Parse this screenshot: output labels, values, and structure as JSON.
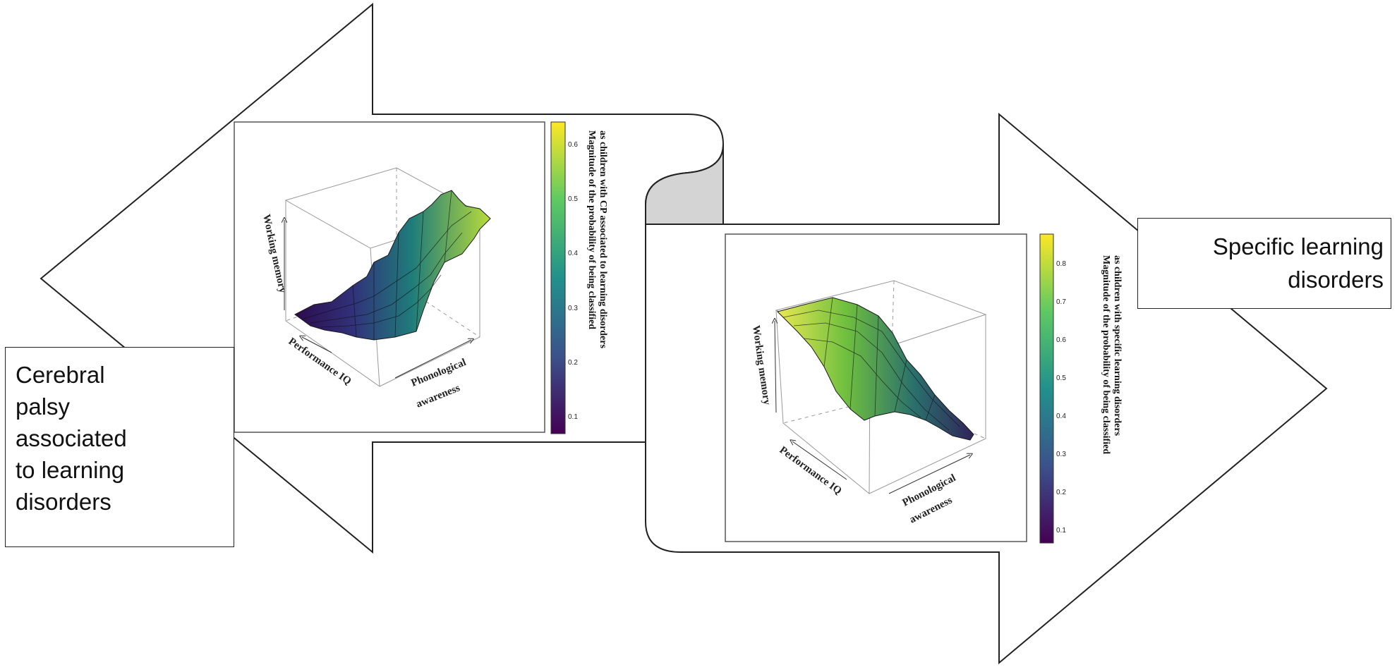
{
  "left_category": {
    "lines": [
      "Cerebral",
      "palsy",
      "associated",
      "to learning",
      "disorders"
    ]
  },
  "right_category": {
    "lines": [
      "Specific learning",
      "disorders"
    ]
  },
  "plot_left": {
    "axis_working_memory": "Working memory",
    "axis_performance_iq": "Performance IQ",
    "axis_phonological": [
      "Phonological",
      "awareness"
    ],
    "colorbar_title": [
      "Magnitude of the probability of being classified",
      "as children with CP associated to learning disorders"
    ],
    "colorbar_ticks": [
      "0.1",
      "0.2",
      "0.3",
      "0.4",
      "0.5",
      "0.6"
    ]
  },
  "plot_right": {
    "axis_working_memory": "Working memory",
    "axis_performance_iq": "Performance IQ",
    "axis_phonological": [
      "Phonological",
      "awareness"
    ],
    "colorbar_title": [
      "Magnitude of the probability of being classified",
      "as children with specific learning disorders"
    ],
    "colorbar_ticks": [
      "0.1",
      "0.2",
      "0.3",
      "0.4",
      "0.5",
      "0.6",
      "0.7",
      "0.8"
    ]
  },
  "colors": {
    "viridis_low": "#440154",
    "viridis_mid": "#21918c",
    "viridis_high": "#fde725",
    "outline": "#222222",
    "fold_shade": "#d4d4d4"
  }
}
